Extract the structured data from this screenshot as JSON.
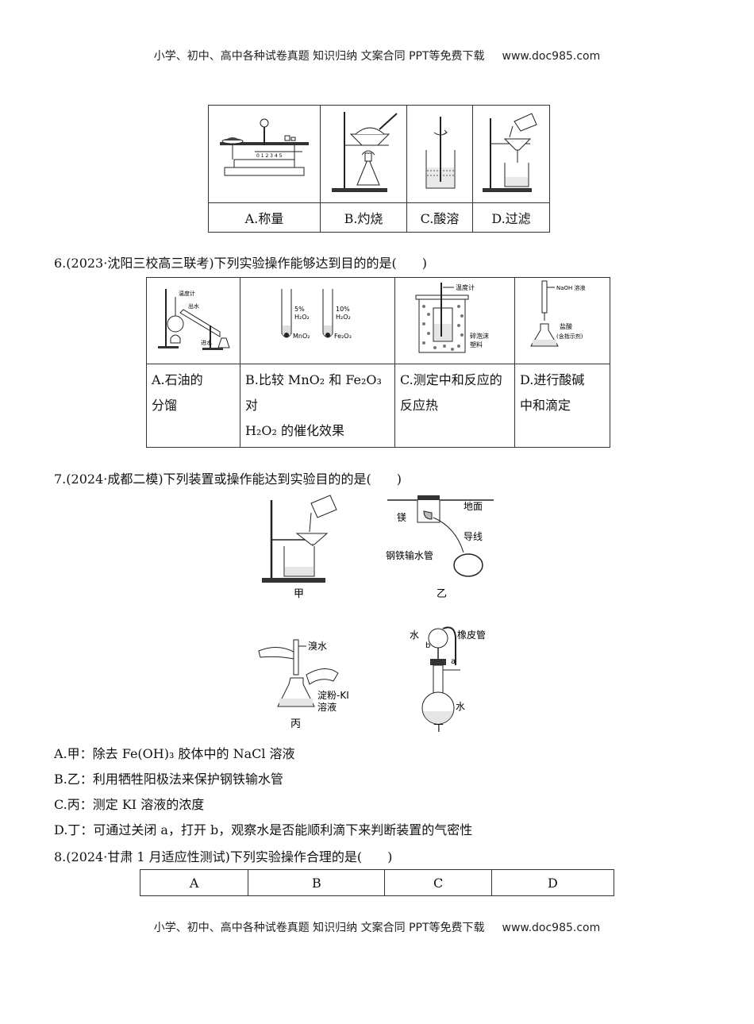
{
  "header": {
    "text": "小学、初中、高中各种试卷真题  知识归纳  文案合同  PPT等免费下载",
    "url": "www.doc985.com"
  },
  "footer": {
    "text": "小学、初中、高中各种试卷真题  知识归纳  文案合同  PPT等免费下载",
    "url": "www.doc985.com"
  },
  "q5_table": {
    "labels": [
      "A.称量",
      "B.灼烧",
      "C.酸溶",
      "D.过滤"
    ],
    "scale_digits": "0 1 2 3 4 5"
  },
  "q6": {
    "stem": "6.(2023·沈阳三校高三联考)下列实验操作能够达到目的的是(　　)",
    "fig_labels": {
      "a": [
        "温度计",
        "出水",
        "进水"
      ],
      "b": [
        "5%",
        "H₂O₂",
        "MnO₂",
        "10%",
        "H₂O₂",
        "Fe₂O₃"
      ],
      "c": [
        "温度计",
        "碎泡沫",
        "塑料"
      ],
      "d": [
        "NaOH 溶液",
        "盐酸",
        "(含指示剂)"
      ]
    },
    "opt_a": [
      "A.石油的",
      "分馏"
    ],
    "opt_b": [
      "B.比较 MnO₂ 和 Fe₂O₃ 对",
      "H₂O₂ 的催化效果"
    ],
    "opt_c": [
      "C.测定中和反应的",
      "反应热"
    ],
    "opt_d": [
      "D.进行酸碱",
      "中和滴定"
    ]
  },
  "q7": {
    "stem": "7.(2024·成都二模)下列装置或操作能达到实验目的的是(　　)",
    "fig_labels": {
      "jia": "甲",
      "yi": "乙",
      "bing": "丙",
      "ding": "丁",
      "yi_parts": [
        "地面",
        "镁",
        "导线",
        "钢铁输水管"
      ],
      "bing_parts": [
        "溴水",
        "淀粉-KI",
        "溶液"
      ],
      "ding_parts": [
        "水",
        "橡皮管",
        "b",
        "a",
        "水"
      ]
    },
    "options": [
      "A.甲：除去 Fe(OH)₃ 胶体中的 NaCl 溶液",
      "B.乙：利用牺牲阳极法来保护钢铁输水管",
      "C.丙：测定 KI 溶液的浓度",
      "D.丁：可通过关闭 a，打开 b，观察水是否能顺利滴下来判断装置的气密性"
    ]
  },
  "q8": {
    "stem": "8.(2024·甘肃 1 月适应性测试)下列实验操作合理的是(　　)",
    "headers": [
      "A",
      "B",
      "C",
      "D"
    ]
  }
}
